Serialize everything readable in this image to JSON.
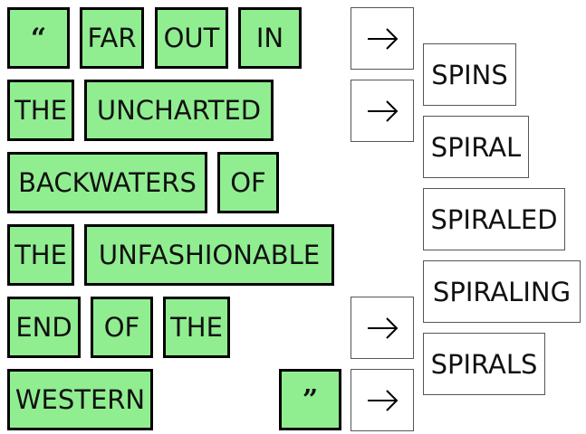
{
  "words": [
    "“",
    "FAR",
    "OUT",
    "IN",
    "THE",
    "UNCHARTED",
    "BACKWATERS",
    "OF",
    "THE",
    "UNFASHIONABLE",
    "END",
    "OF",
    "THE",
    "WESTERN",
    "”"
  ],
  "arrow_icon": "right-arrow-icon",
  "suggestions": [
    "SPINS",
    "SPIRAL",
    "SPIRALED",
    "SPIRALING",
    "SPIRALS"
  ],
  "colors": {
    "word_bg": "#90ee90"
  }
}
